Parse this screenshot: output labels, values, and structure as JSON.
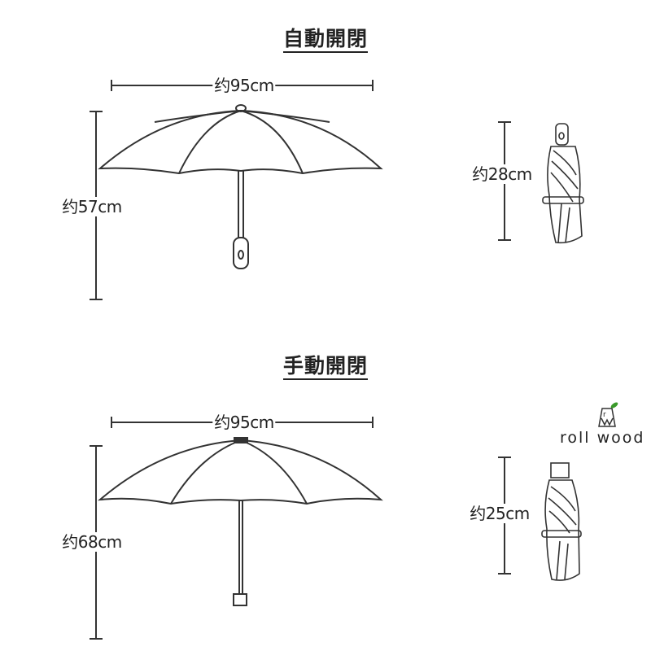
{
  "auto": {
    "title": "自動開閉",
    "open_width": "约95cm",
    "open_height": "约57cm",
    "closed_length": "约28cm"
  },
  "manual": {
    "title": "手動開閉",
    "open_width": "约95cm",
    "open_height": "约68cm",
    "closed_length": "约25cm"
  },
  "brand": {
    "name": "roll wood",
    "logo_letters": "rw",
    "leaf_color": "#3a9a2a"
  }
}
